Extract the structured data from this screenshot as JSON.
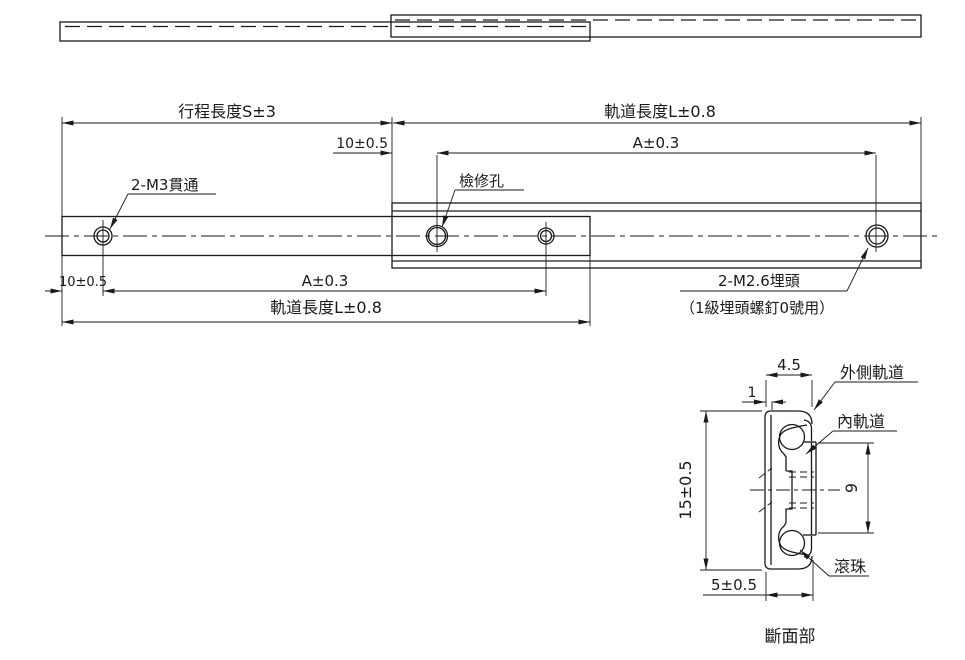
{
  "drawing": {
    "title": "drawer-slide-technical-drawing",
    "colors": {
      "line": "#1a1a1a",
      "background": "#ffffff"
    },
    "plan": {
      "s_length": "行程長度S±3",
      "l_length_top": "軌道長度L±0.8",
      "offset_top": "10±0.5",
      "pitch_top": "A±0.3",
      "m3_label": "2-M3貫通",
      "inspection_label": "檢修孔",
      "offset_bottom": "10±0.5",
      "pitch_bottom": "A±0.3",
      "l_length_bottom": "軌道長度L±0.8",
      "m26_label": "2-M2.6埋頭",
      "m26_note": "（1級埋頭螺釘0號用）"
    },
    "section": {
      "width_top": "4.5",
      "lip_thickness": "1",
      "outer_rail": "外側軌道",
      "inner_rail": "內軌道",
      "height": "15±0.5",
      "inner_height": "9",
      "ball": "滾珠",
      "width_bottom": "5±0.5",
      "caption": "斷面部"
    }
  }
}
